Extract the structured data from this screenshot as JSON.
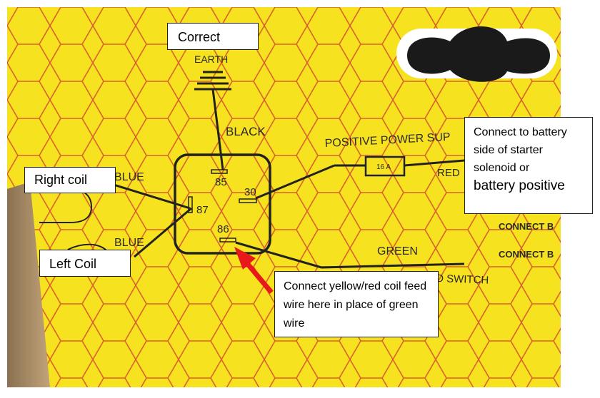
{
  "callouts": {
    "correct": "Correct",
    "battery_line1": "Connect to battery side of starter solenoid or",
    "battery_line2": "battery positive",
    "right_coil": "Right coil",
    "left_coil": "Left Coil",
    "yellow_red": "Connect yellow/red coil feed wire here in place of green wire"
  },
  "diagram": {
    "earth": "EARTH",
    "black": "BLACK",
    "positive_power": "POSITIVE POWER SUP",
    "fuse": "16 A",
    "red": "RED",
    "blue_right": "BLUE",
    "blue_left": "BLUE",
    "green": "GREEN",
    "switch": "D SWITCH",
    "connect1": "CONNECT B",
    "connect2": "CONNECT B",
    "pin85": "85",
    "pin30": "30",
    "pin87": "87",
    "pin86": "86"
  },
  "colors": {
    "background": "#f6e21f",
    "hex_lines": "#d9622c",
    "arrow": "#e8191a",
    "wire": "#222222"
  }
}
